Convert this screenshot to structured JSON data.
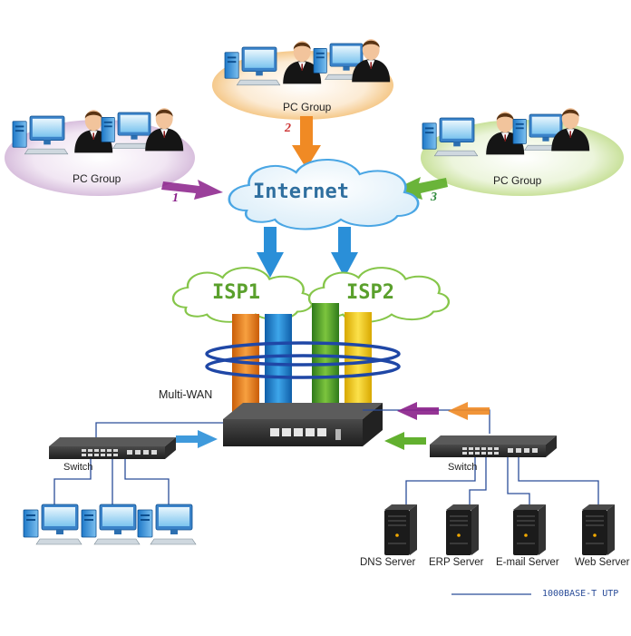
{
  "pc_groups": [
    {
      "label": "PC Group",
      "number": "1",
      "number_color": "#8a1f8a"
    },
    {
      "label": "PC Group",
      "number": "2",
      "number_color": "#cc3333"
    },
    {
      "label": "PC Group",
      "number": "3",
      "number_color": "#2d8a3a"
    }
  ],
  "internet_label": "Internet",
  "isp_labels": [
    "ISP1",
    "ISP2"
  ],
  "multiwan_label": "Multi-WAN",
  "switch_left_label": "Switch",
  "switch_right_label": "Switch",
  "servers": [
    "DNS Server",
    "ERP Server",
    "E-mail Server",
    "Web Server"
  ],
  "legend_label": "1000BASE-T UTP",
  "colors": {
    "internet_text": "#2f6f9f",
    "isp_text": "#5aa02c",
    "wire": "#2b4d99",
    "arrow_purple": "#8a1f8a",
    "arrow_orange": "#f08a24",
    "arrow_green": "#62b02f",
    "arrow_blue": "#2a8fd8"
  }
}
